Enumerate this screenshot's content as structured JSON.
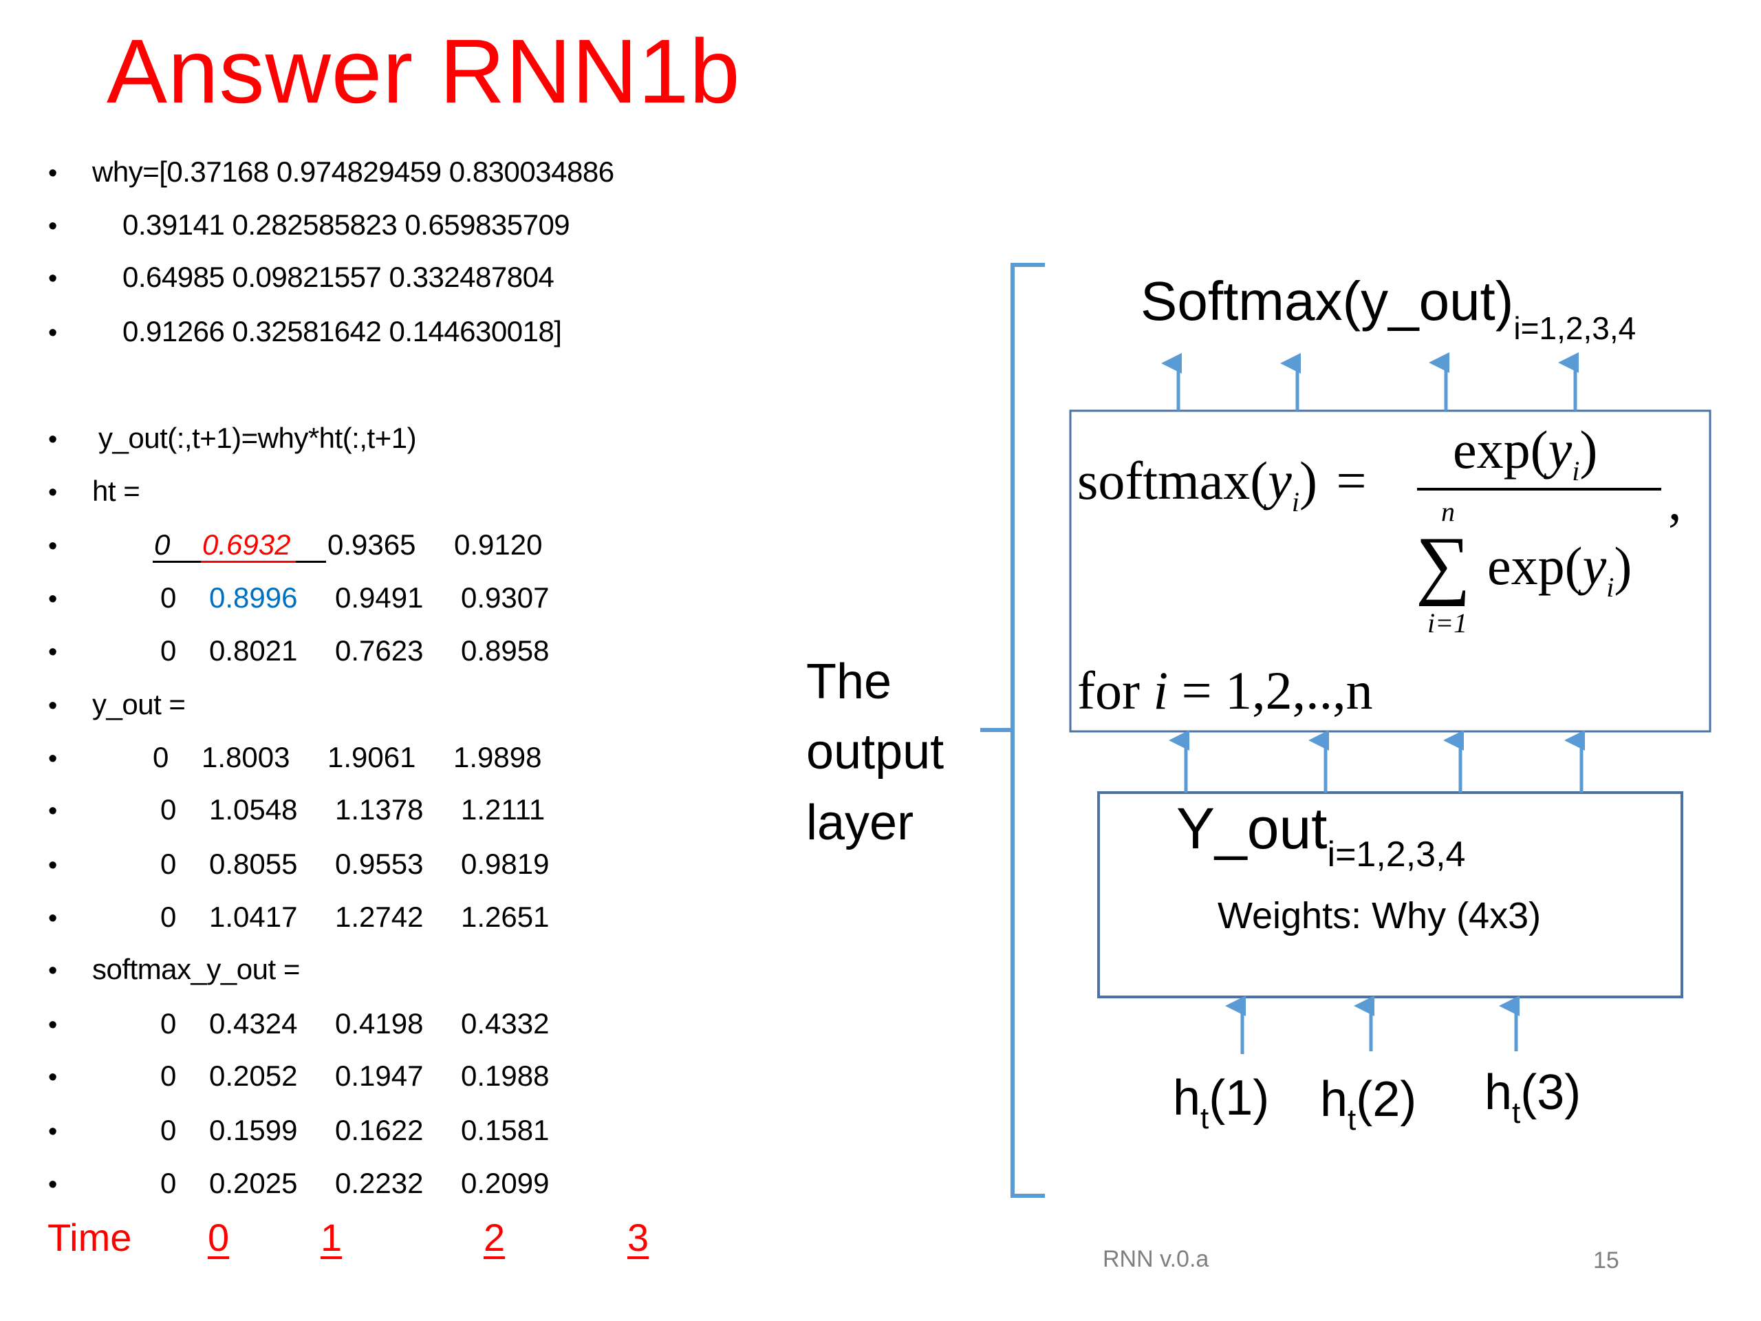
{
  "slide": {
    "title": "Answer RNN1b",
    "accent_color": "#ff0000",
    "diagram_color": "#5b9bd5",
    "footer_left": "RNN v.0.a",
    "page_number": "15"
  },
  "left_column": {
    "why_lines": [
      "why=[0.37168 0.974829459 0.830034886",
      "0.39141 0.282585823 0.659835709",
      "0.64985 0.09821557 0.332487804",
      "0.91266 0.32581642 0.144630018]"
    ],
    "equation": "y_out(:,t+1)=why*ht(:,t+1)",
    "ht_label": "ht =",
    "ht_rows": [
      [
        "0",
        "0.6932",
        "0.9365",
        "0.9120"
      ],
      [
        "0",
        "0.8996",
        "0.9491",
        "0.9307"
      ],
      [
        "0",
        "0.8021",
        "0.7623",
        "0.8958"
      ]
    ],
    "y_out_label": "y_out =",
    "y_out_rows": [
      [
        "0",
        "1.8003",
        "1.9061",
        "1.9898"
      ],
      [
        "0",
        "1.0548",
        "1.1378",
        "1.2111"
      ],
      [
        "0",
        "0.8055",
        "0.9553",
        "0.9819"
      ],
      [
        "0",
        "1.0417",
        "1.2742",
        "1.2651"
      ]
    ],
    "softmax_label": "softmax_y_out =",
    "softmax_rows": [
      [
        "0",
        "0.4324",
        "0.4198",
        "0.4332"
      ],
      [
        "0",
        "0.2052",
        "0.1947",
        "0.1988"
      ],
      [
        "0",
        "0.1599",
        "0.1622",
        "0.1581"
      ],
      [
        "0",
        "0.2025",
        "0.2232",
        "0.2099"
      ]
    ],
    "time_label": "Time",
    "time_steps": [
      "0",
      "1",
      "2",
      "3"
    ]
  },
  "diagram": {
    "layer_label_lines": [
      "The",
      "output",
      "layer"
    ],
    "softmax_output_label": "Softmax(y_out)",
    "softmax_output_subscript": "i=1,2,3,4",
    "formula": {
      "lhs": "softmax(",
      "lhs_var": "y",
      "lhs_sub": "i",
      "lhs_close": ")",
      "equals": "=",
      "numerator": "exp(",
      "numerator_var": "y",
      "numerator_sub": "i",
      "numerator_close": ")",
      "sum_symbol": "∑",
      "sum_upper": "n",
      "sum_lower": "i=1",
      "denominator": "exp(",
      "denominator_var": "y",
      "denominator_sub": "i",
      "denominator_close": ")",
      "comma": ",",
      "condition_prefix": "for",
      "condition_var": "i",
      "condition_rest": "= 1,2,..,n"
    },
    "yout_box_label": "Y_out",
    "yout_box_subscript": "i=1,2,3,4",
    "weights_label": "Weights: Why (4x3)",
    "inputs": [
      {
        "base": "h",
        "sub": "t",
        "arg": "(1)"
      },
      {
        "base": "h",
        "sub": "t",
        "arg": "(2)"
      },
      {
        "base": "h",
        "sub": "t",
        "arg": "(3)"
      }
    ]
  }
}
